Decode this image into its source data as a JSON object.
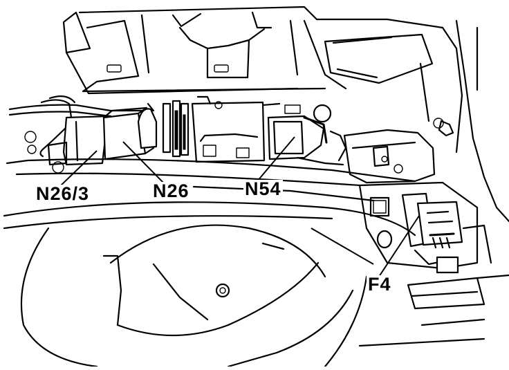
{
  "callouts": {
    "n26_3": "N26/3",
    "n26": "N26",
    "n54": "N54",
    "f4": "F4"
  },
  "colors": {
    "line": "#000000",
    "background": "#ffffff"
  }
}
